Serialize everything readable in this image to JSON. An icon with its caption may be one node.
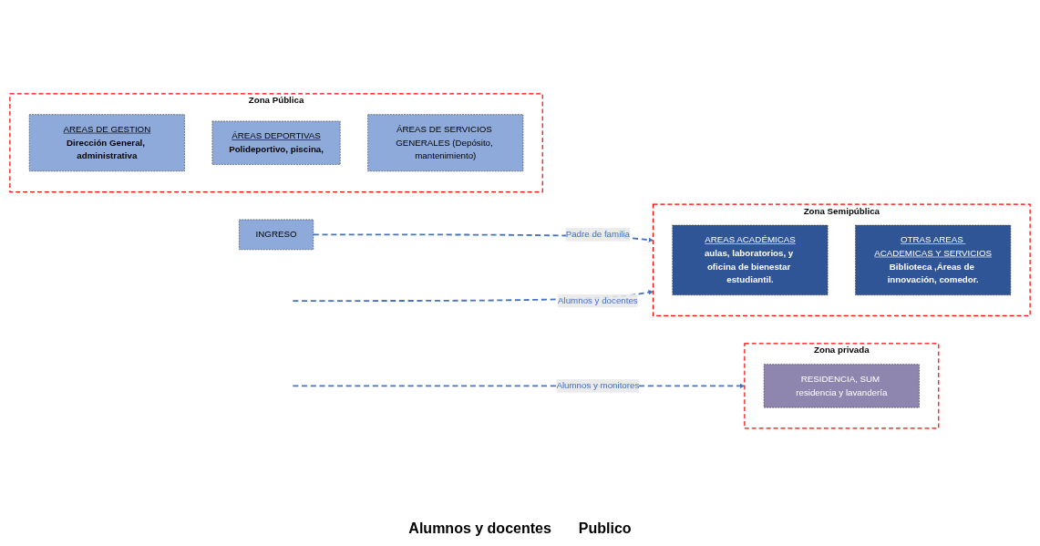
{
  "diagram": {
    "nodes": [
      {
        "text": [
          "Zona Pública"
        ]
      },
      {
        "text": [
          "AREAS DE GESTION",
          "Dirección General, administrativa"
        ],
        "in": 0
      },
      {
        "text": [
          "ÁREAS DEPORTIVAS",
          "Polideportivo, piscina,"
        ],
        "in": 0
      },
      {
        "text": [
          "ÁREAS DE SERVICIOS GENERALES (Depósito, mantenimiento)"
        ],
        "in": 0
      },
      {
        "text": [
          "Zona Semipública"
        ]
      },
      {
        "text": [
          "AREAS ACADÉMICAS",
          "aulas, laboratorios, y oficina de bienestar estudiantil."
        ],
        "in": 4
      },
      {
        "text": [
          "OTRAS AREAS ACADEMICAS Y SERVICIOS",
          "Biblioteca ,Áreas de innovación, comedor."
        ],
        "in": 4
      },
      {
        "text": [
          "Zona privada"
        ]
      },
      {
        "text": [
          "RESIDENCIA, SUM residencia y lavandería"
        ],
        "in": 7
      },
      {
        "text": [
          "INGRESO"
        ]
      }
    ],
    "edges": [
      {
        "from": 9,
        "to": 4,
        "arrow": "to",
        "label": "Padre de familia",
        "style": "dashed"
      },
      {
        "from": null,
        "to": 4,
        "arrow": "to",
        "label": "Alumnos y docentes",
        "style": "dashed"
      },
      {
        "from": null,
        "to": 7,
        "arrow": "to",
        "label": "Alumnos y monitores",
        "style": "dashed"
      }
    ],
    "labels": [
      "Alumnos y docentes",
      "Publico"
    ]
  }
}
